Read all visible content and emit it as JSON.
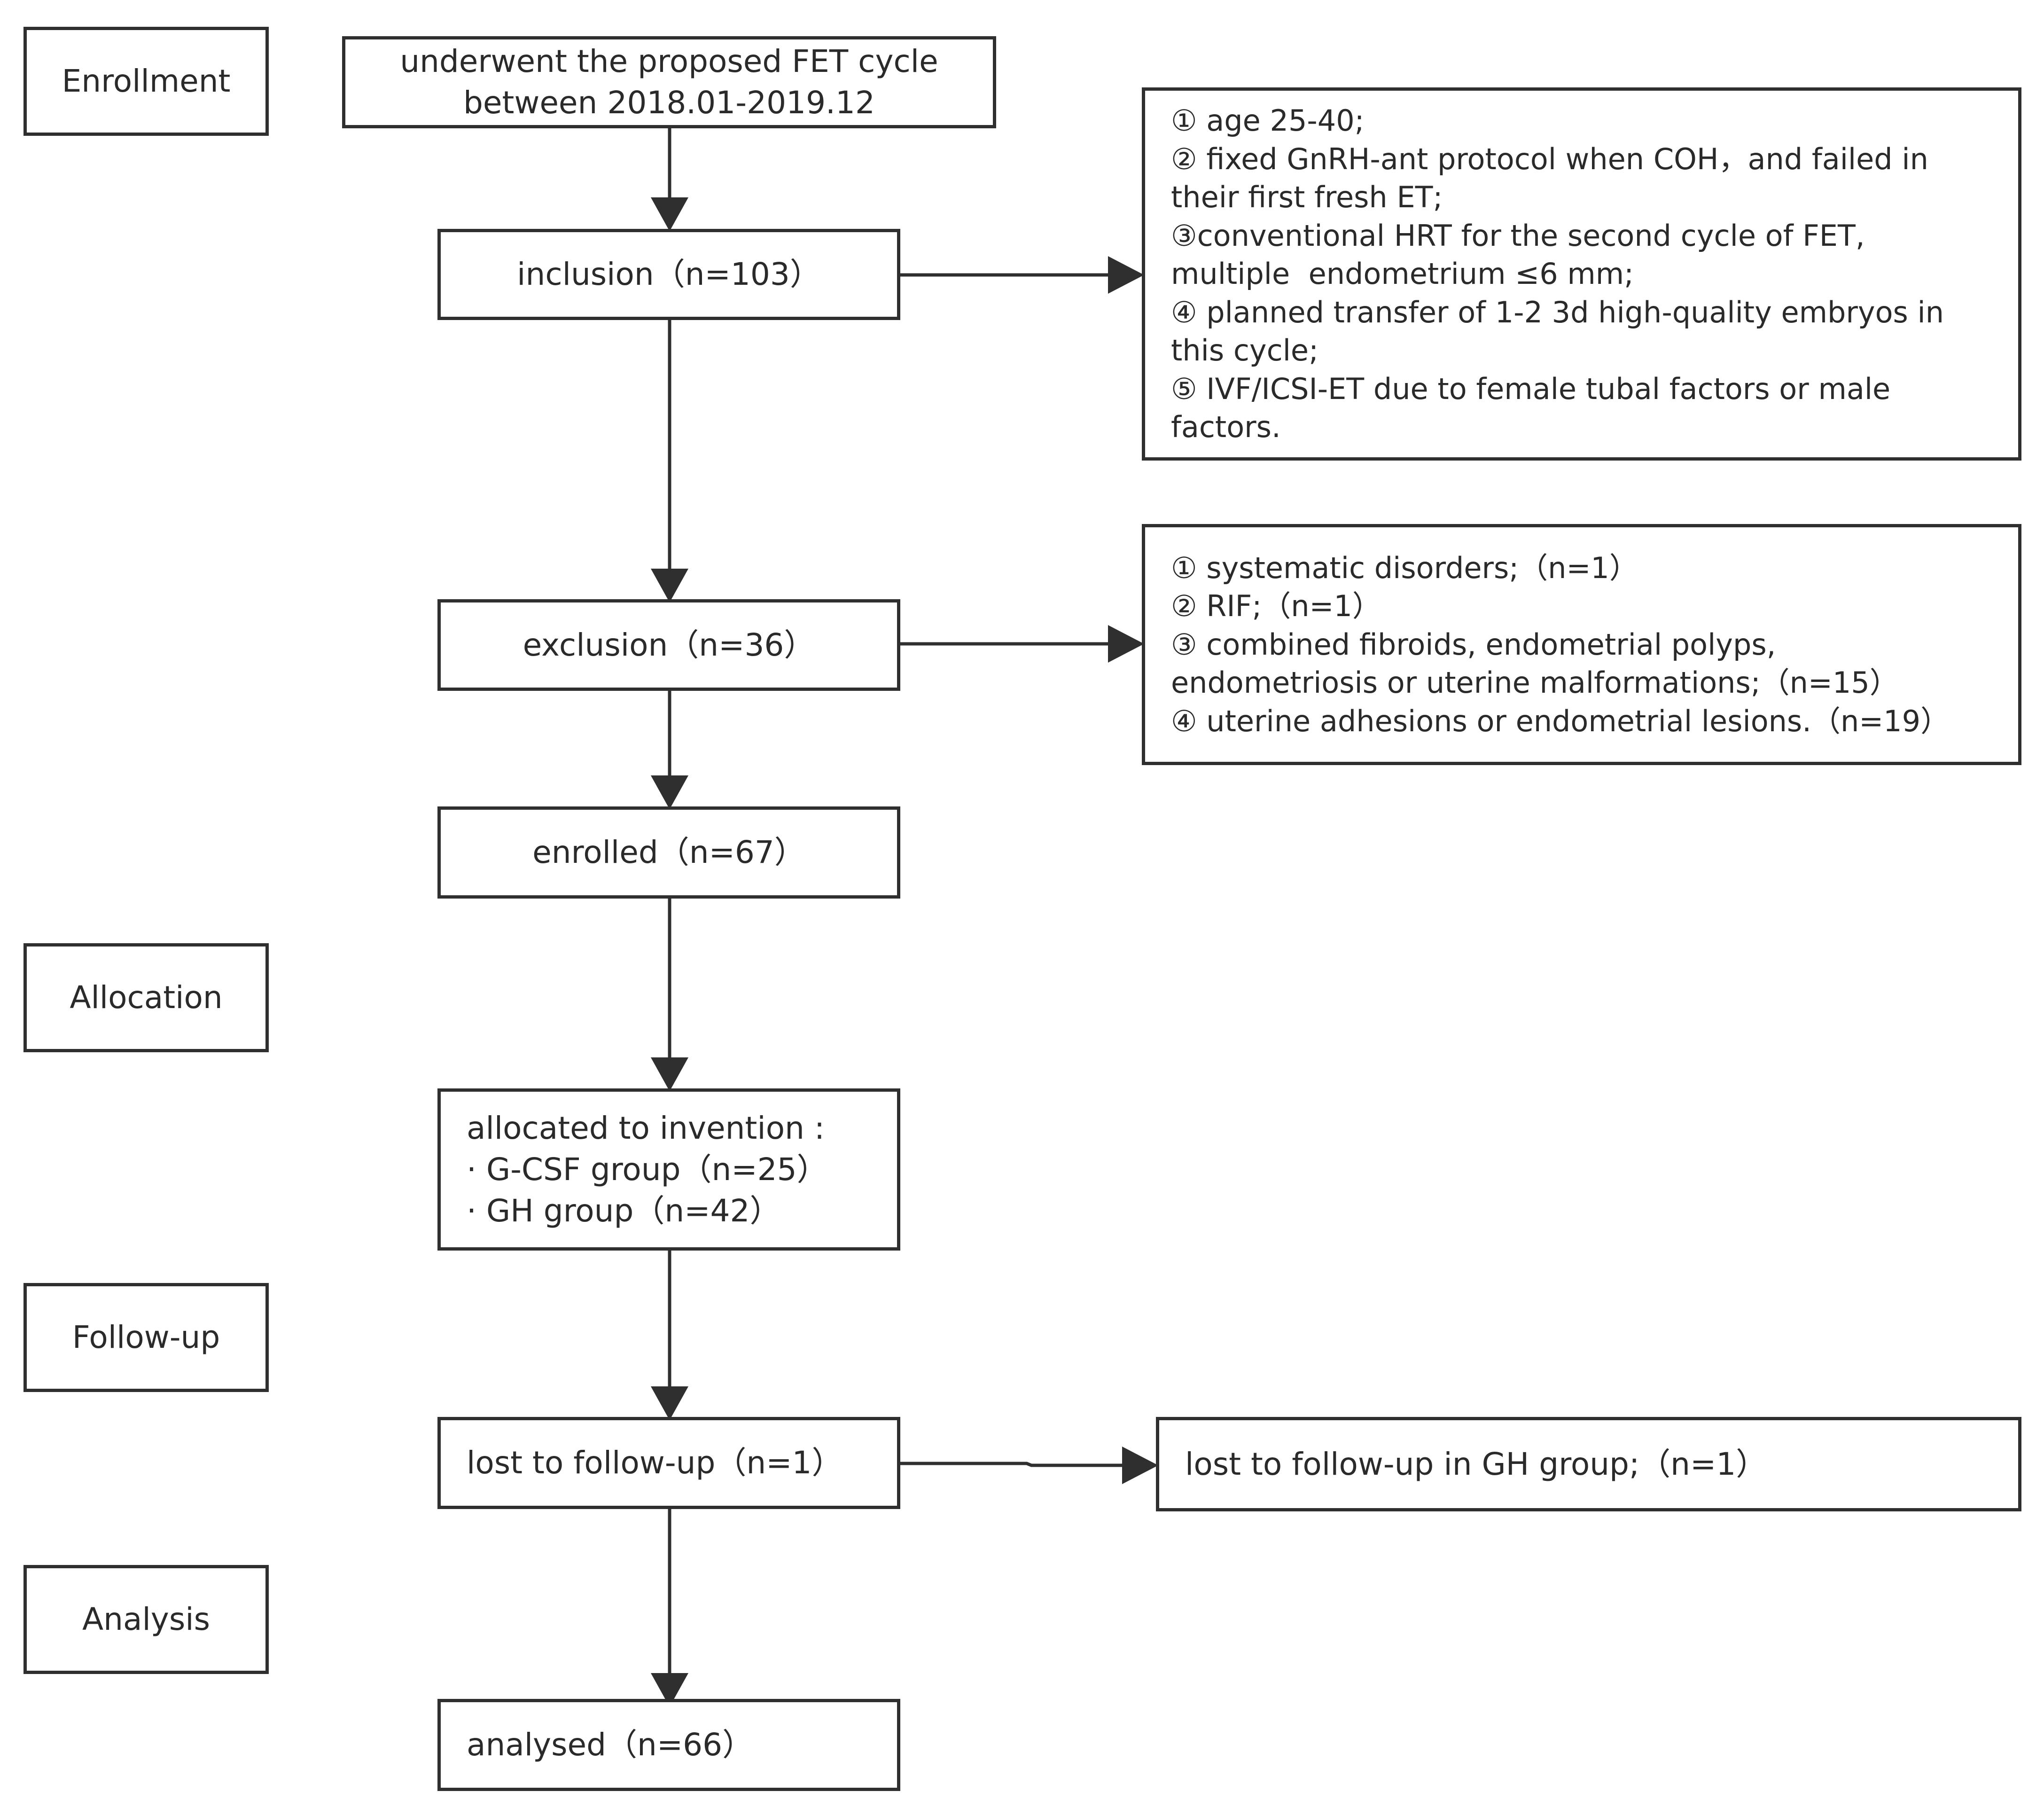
{
  "stages": {
    "enrollment": "Enrollment",
    "allocation": "Allocation",
    "follow_up": "Follow-up",
    "analysis": "Analysis"
  },
  "main": {
    "start_line1": "underwent the proposed FET cycle",
    "start_line2": "between 2018.01-2019.12",
    "inclusion": "inclusion（n=103）",
    "exclusion": "exclusion（n=36）",
    "enrolled": "enrolled（n=67）",
    "allocated_title": "allocated to invention :",
    "allocated_gcsf": "· G-CSF group（n=25）",
    "allocated_gh": "· GH group（n=42）",
    "lost": "lost to follow-up（n=1）",
    "analysed": "analysed（n=66）"
  },
  "inclusion_criteria": [
    "① age 25-40;",
    "② fixed GnRH-ant protocol when COH，and failed in",
    "their first fresh ET;",
    "③conventional HRT for the second cycle of FET,",
    "multiple  endometrium ≤6 mm;",
    "④ planned transfer of 1-2 3d high-quality embryos in",
    "this cycle;",
    "⑤ IVF/ICSI-ET due to female tubal factors or male",
    "factors."
  ],
  "exclusion_criteria": [
    "① systematic disorders;（n=1）",
    "② RIF;（n=1）",
    "③ combined fibroids, endometrial polyps,",
    "endometriosis or uterine malformations;（n=15）",
    "④ uterine adhesions or endometrial lesions.（n=19）"
  ],
  "lost_detail": "lost to follow-up in GH group;（n=1）"
}
